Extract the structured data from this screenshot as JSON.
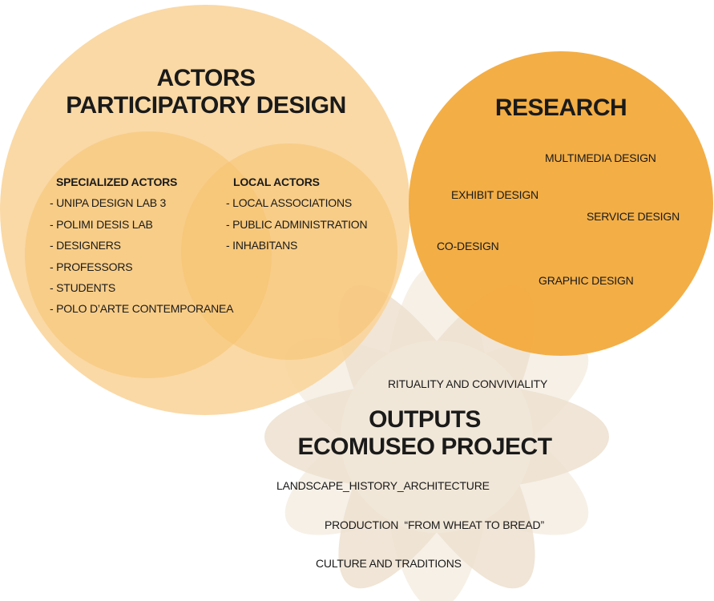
{
  "actors": {
    "title_line1": "ACTORS",
    "title_line2": "PARTICIPATORY DESIGN",
    "specialized": {
      "heading": "SPECIALIZED ACTORS",
      "items": [
        "- UNIPA DESIGN LAB 3",
        "- POLIMI DESIS LAB",
        "- DESIGNERS",
        "- PROFESSORS",
        "- STUDENTS",
        "- POLO D’ARTE CONTEMPORANEA"
      ]
    },
    "local": {
      "heading": "LOCAL ACTORS",
      "items": [
        "- LOCAL ASSOCIATIONS",
        "- PUBLIC ADMINISTRATION",
        "- INHABITANS"
      ]
    }
  },
  "research": {
    "title": "RESEARCH",
    "items": [
      "MULTIMEDIA DESIGN",
      "EXHIBIT DESIGN",
      "SERVICE DESIGN",
      "CO-DESIGN",
      "GRAPHIC DESIGN"
    ]
  },
  "outputs": {
    "title_line1": "OUTPUTS",
    "title_line2": "ECOMUSEO PROJECT",
    "items": [
      "RITUALITY AND CONVIVIALITY",
      "LANDSCAPE_HISTORY_ARCHITECTURE",
      "PRODUCTION  “FROM WHEAT TO BREAD”",
      "CULTURE AND TRADITIONS"
    ]
  },
  "colors": {
    "actors_circle": "#F9D49A",
    "inner_circles": "#F6C270",
    "research_circle": "#F2AA3C",
    "outputs_motif": "#EDE1CF"
  }
}
